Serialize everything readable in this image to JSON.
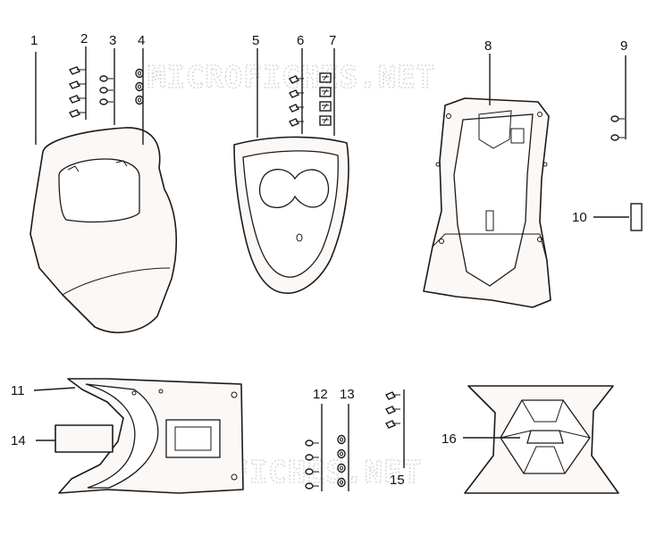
{
  "watermark": {
    "top": "MICROFICHES.NET",
    "bottom": "MICROFICHES.NET"
  },
  "labels": [
    {
      "id": "1",
      "text": "1"
    },
    {
      "id": "2",
      "text": "2"
    },
    {
      "id": "3",
      "text": "3"
    },
    {
      "id": "4",
      "text": "4"
    },
    {
      "id": "5",
      "text": "5"
    },
    {
      "id": "6",
      "text": "6"
    },
    {
      "id": "7",
      "text": "7"
    },
    {
      "id": "8",
      "text": "8"
    },
    {
      "id": "9",
      "text": "9"
    },
    {
      "id": "10",
      "text": "10"
    },
    {
      "id": "11",
      "text": "11"
    },
    {
      "id": "12",
      "text": "12"
    },
    {
      "id": "13",
      "text": "13"
    },
    {
      "id": "14",
      "text": "14"
    },
    {
      "id": "15",
      "text": "15"
    },
    {
      "id": "16",
      "text": "16"
    }
  ]
}
